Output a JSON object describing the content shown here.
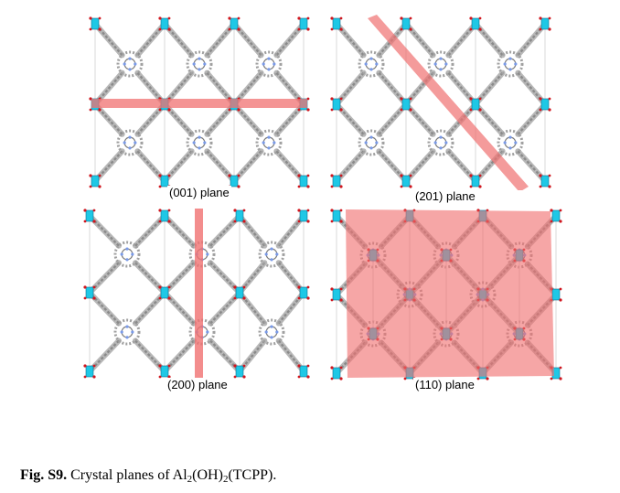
{
  "panels": [
    {
      "label": "(001) plane"
    },
    {
      "label": "(201) plane"
    },
    {
      "label": "(200) plane"
    },
    {
      "label": "(110) plane"
    }
  ],
  "caption": {
    "fig_label": "Fig. S9.",
    "text_prefix": " Crystal planes of Al",
    "sub1": "2",
    "text_mid1": "(OH)",
    "sub2": "2",
    "text_suffix": "(TCPP)."
  },
  "colors": {
    "plane": "#f07070",
    "node": "#1ec8e6",
    "oxygen": "#d0161e",
    "linker": "#8a8a8a",
    "nitrogen": "#7a9ae8"
  }
}
